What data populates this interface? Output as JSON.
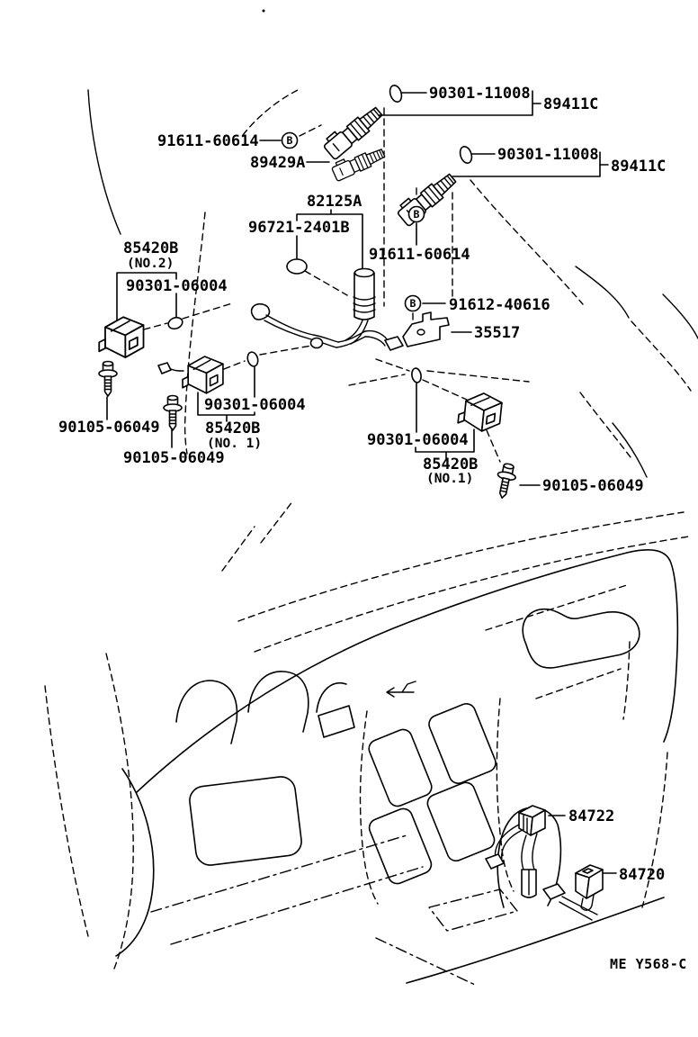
{
  "figure": {
    "type": "parts-diagram",
    "subject": "switch-and-relay locations, engine bay and instrument panel",
    "figure_code": "ME Y568-C",
    "ink_color": "#000000",
    "background_color": "#ffffff"
  },
  "labels": {
    "circled_b": "B",
    "oring_small_1": "90301-11008",
    "oring_small_2": "90301-11008",
    "temp_switch_1": "89411C",
    "temp_switch_2": "89411C",
    "nut_1": "91611-60614",
    "nut_2": "91611-60614",
    "sender_89429": "89429A",
    "harness_82125": "82125A",
    "switch_96721": "96721-2401B",
    "nut_91612": "91612-40616",
    "bracket_35517": "35517",
    "relay_no2_name": "85420B",
    "relay_no2_no": "(NO.2)",
    "relay_no1a_name": "85420B",
    "relay_no1a_no": "(NO. 1)",
    "relay_no1b_name": "85420B",
    "relay_no1b_no": "(NO.1)",
    "oring_06004_1": "90301-06004",
    "oring_06004_2": "90301-06004",
    "oring_06004_3": "90301-06004",
    "bolt_1": "90105-06049",
    "bolt_2": "90105-06049",
    "bolt_3": "90105-06049",
    "switch_84722": "84722",
    "switch_84720": "84720",
    "figure_code": "ME Y568-C"
  }
}
